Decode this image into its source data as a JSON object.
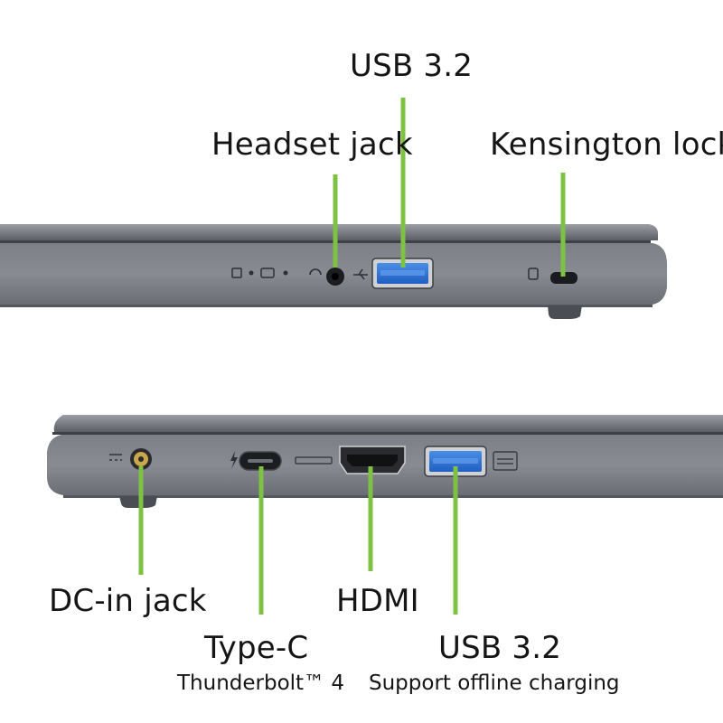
{
  "colors": {
    "leader": "#7dc242",
    "chassis": "#6e7178",
    "usb_blue": "#2f74d6"
  },
  "right_side": {
    "usb": {
      "label": "USB 3.2"
    },
    "headset": {
      "label": "Headset jack"
    },
    "kensington": {
      "label": "Kensington lock"
    }
  },
  "left_side": {
    "dc_in": {
      "label": "DC-in jack"
    },
    "type_c": {
      "label": "Type-C",
      "sublabel": "Thunderbolt™ 4"
    },
    "hdmi": {
      "label": "HDMI"
    },
    "usb": {
      "label": "USB 3.2",
      "sublabel": "Support offline charging"
    }
  }
}
